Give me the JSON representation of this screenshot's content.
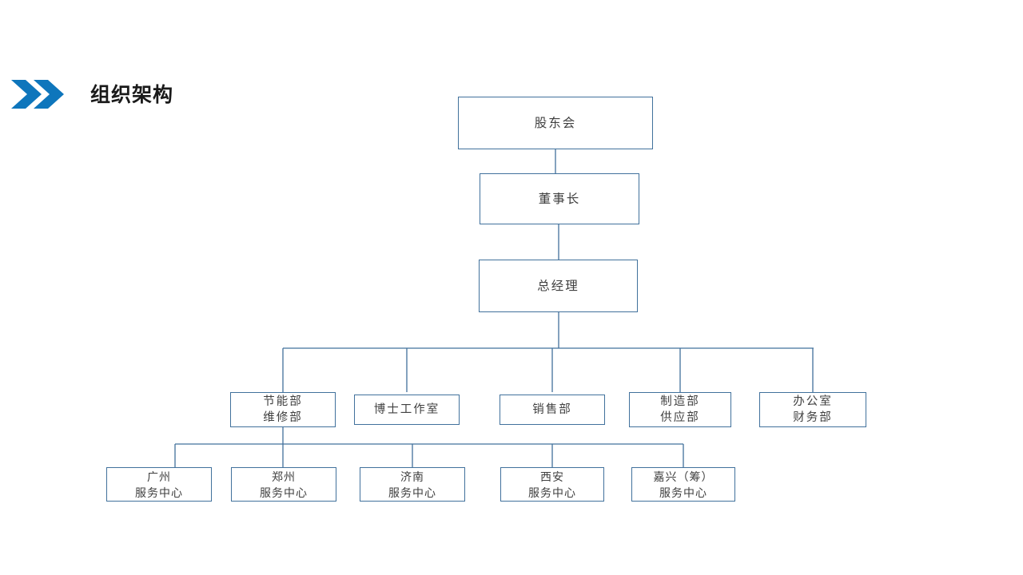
{
  "header": {
    "title": "组织架构",
    "chevron_icon": "double-chevron-right-icon",
    "accent_color": "#0E76BC"
  },
  "theme": {
    "box_border_color": "#41719C",
    "connector_color": "#41719C",
    "text_color": "#404040",
    "background": "#FFFFFF"
  },
  "chart_data": {
    "type": "diagram",
    "subtype": "organization-chart",
    "title": "组织架构",
    "orientation": "top-down",
    "levels": [
      {
        "level": 1,
        "nodes": [
          {
            "id": "shareholders",
            "lines": [
              "股东会"
            ]
          }
        ]
      },
      {
        "level": 2,
        "nodes": [
          {
            "id": "chairman",
            "lines": [
              "董事长"
            ]
          }
        ]
      },
      {
        "level": 3,
        "nodes": [
          {
            "id": "general-manager",
            "lines": [
              "总经理"
            ]
          }
        ]
      },
      {
        "level": 4,
        "nodes": [
          {
            "id": "energy-maintenance",
            "lines": [
              "节能部",
              "维修部"
            ]
          },
          {
            "id": "doctor-studio",
            "lines": [
              "博士工作室"
            ]
          },
          {
            "id": "sales",
            "lines": [
              "销售部"
            ]
          },
          {
            "id": "manufacturing-supply",
            "lines": [
              "制造部",
              "供应部"
            ]
          },
          {
            "id": "office-finance",
            "lines": [
              "办公室",
              "财务部"
            ]
          }
        ]
      },
      {
        "level": 5,
        "nodes": [
          {
            "id": "guangzhou",
            "lines": [
              "广州",
              "服务中心"
            ]
          },
          {
            "id": "zhengzhou",
            "lines": [
              "郑州",
              "服务中心"
            ]
          },
          {
            "id": "jinan",
            "lines": [
              "济南",
              "服务中心"
            ]
          },
          {
            "id": "xian",
            "lines": [
              "西安",
              "服务中心"
            ]
          },
          {
            "id": "jiaxing",
            "lines": [
              "嘉兴（筹）",
              "服务中心"
            ]
          }
        ]
      }
    ],
    "edges": [
      {
        "from": "shareholders",
        "to": "chairman"
      },
      {
        "from": "chairman",
        "to": "general-manager"
      },
      {
        "from": "general-manager",
        "to": "energy-maintenance"
      },
      {
        "from": "general-manager",
        "to": "doctor-studio"
      },
      {
        "from": "general-manager",
        "to": "sales"
      },
      {
        "from": "general-manager",
        "to": "manufacturing-supply"
      },
      {
        "from": "general-manager",
        "to": "office-finance"
      },
      {
        "from": "energy-maintenance",
        "to": "guangzhou"
      },
      {
        "from": "energy-maintenance",
        "to": "zhengzhou"
      },
      {
        "from": "energy-maintenance",
        "to": "jinan"
      },
      {
        "from": "energy-maintenance",
        "to": "xian"
      },
      {
        "from": "energy-maintenance",
        "to": "jiaxing"
      }
    ]
  },
  "nodes": {
    "shareholders": {
      "l1": "股东会",
      "l2": ""
    },
    "chairman": {
      "l1": "董事长",
      "l2": ""
    },
    "general_manager": {
      "l1": "总经理",
      "l2": ""
    },
    "energy_maintenance": {
      "l1": "节能部",
      "l2": "维修部"
    },
    "doctor_studio": {
      "l1": "博士工作室",
      "l2": ""
    },
    "sales": {
      "l1": "销售部",
      "l2": ""
    },
    "manufacturing_supply": {
      "l1": "制造部",
      "l2": "供应部"
    },
    "office_finance": {
      "l1": "办公室",
      "l2": "财务部"
    },
    "guangzhou": {
      "l1": "广州",
      "l2": "服务中心"
    },
    "zhengzhou": {
      "l1": "郑州",
      "l2": "服务中心"
    },
    "jinan": {
      "l1": "济南",
      "l2": "服务中心"
    },
    "xian": {
      "l1": "西安",
      "l2": "服务中心"
    },
    "jiaxing": {
      "l1": "嘉兴（筹）",
      "l2": "服务中心"
    }
  }
}
